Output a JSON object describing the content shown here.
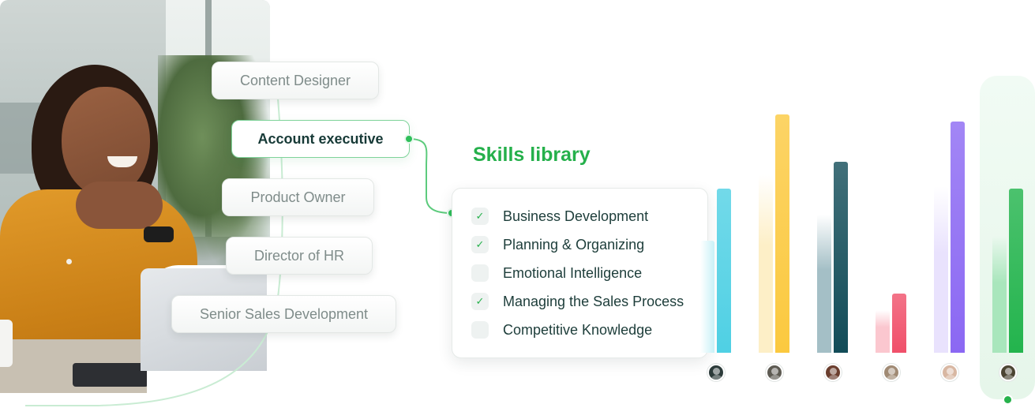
{
  "roles": [
    {
      "label": "Content Designer",
      "active": false
    },
    {
      "label": "Account executive",
      "active": true
    },
    {
      "label": "Product Owner",
      "active": false
    },
    {
      "label": "Director of HR",
      "active": false
    },
    {
      "label": "Senior Sales Development",
      "active": false
    }
  ],
  "skills_library": {
    "title": "Skills library",
    "items": [
      {
        "label": "Business Development",
        "checked": true
      },
      {
        "label": "Planning & Organizing",
        "checked": true
      },
      {
        "label": "Emotional Intelligence",
        "checked": false
      },
      {
        "label": "Managing the Sales Process",
        "checked": true
      },
      {
        "label": "Competitive Knowledge",
        "checked": false
      }
    ],
    "check_glyph": "✓"
  },
  "colors": {
    "accent": "#25b04b",
    "text_dark": "#173a37",
    "chip_text": "#7f8c8a"
  },
  "chart_data": {
    "type": "bar",
    "title": "",
    "xlabel": "",
    "ylabel": "",
    "ylim": [
      0,
      100
    ],
    "grid": false,
    "legend": "none",
    "highlighted_index": 5,
    "candidates": [
      {
        "avatar_color": "#2c3b3a",
        "colors": [
          "#c9f1f7",
          "#4fd0e4"
        ],
        "values": [
          47,
          69
        ]
      },
      {
        "avatar_color": "#5d5a52",
        "colors": [
          "#fdefc7",
          "#fbc93f"
        ],
        "values": [
          75,
          100
        ]
      },
      {
        "avatar_color": "#6b3e2e",
        "colors": [
          "#a4bfc6",
          "#124c58"
        ],
        "values": [
          58,
          80
        ]
      },
      {
        "avatar_color": "#a08a74",
        "colors": [
          "#fbc7cf",
          "#f0506a"
        ],
        "values": [
          18,
          25
        ]
      },
      {
        "avatar_color": "#d8b7a2",
        "colors": [
          "#e9e2fd",
          "#8b68f3"
        ],
        "values": [
          70,
          97
        ]
      },
      {
        "avatar_color": "#4b4432",
        "colors": [
          "#a9e6bc",
          "#23b44d"
        ],
        "values": [
          49,
          69
        ]
      }
    ]
  }
}
